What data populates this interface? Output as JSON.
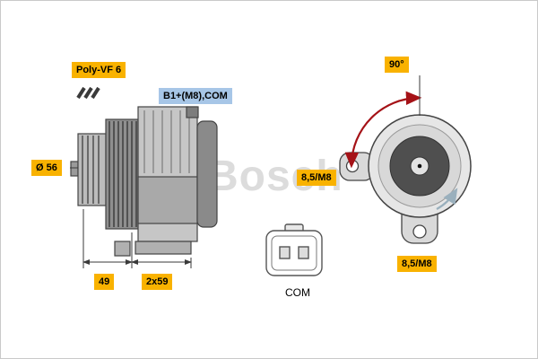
{
  "watermark": "Bosch",
  "labels": {
    "belt_type": "Poly-VF 6",
    "terminals": "B1+(M8),COM",
    "pulley_diameter": "Ø 56",
    "dim_pulley_width": "49",
    "dim_body": "2x59",
    "connector_name": "COM",
    "rotation_angle": "90°",
    "mount_hole_left": "8,5/M8",
    "mount_hole_bottom": "8,5/M8"
  },
  "colors": {
    "highlight_label_bg": "#f9b200",
    "terminal_label_bg": "#a7c6e7",
    "rotation_arrow": "#a51217",
    "watermark_gray": "#dcdcdc",
    "line_color": "#3a3a3a"
  }
}
